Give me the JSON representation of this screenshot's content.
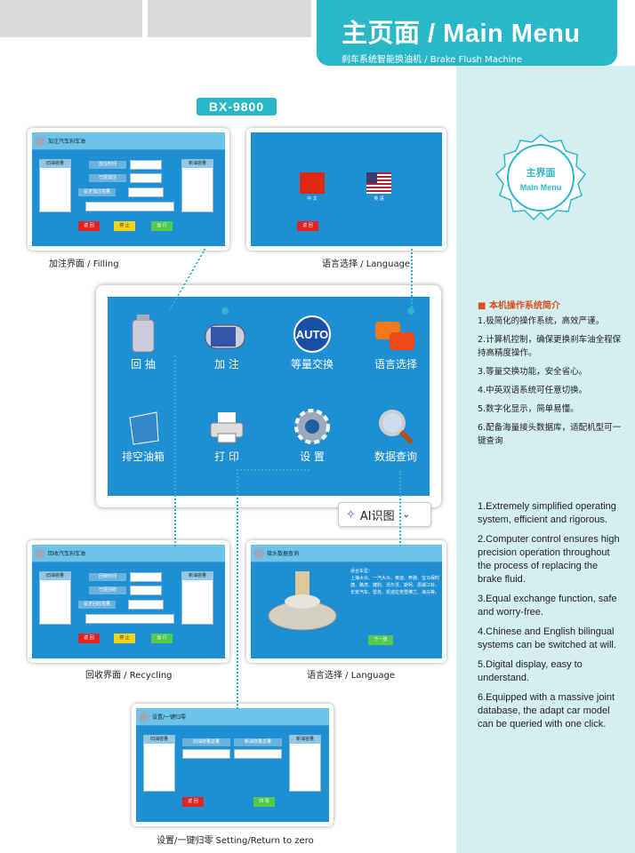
{
  "header": {
    "title": "主页面 / Main Menu",
    "subtitle": "刹车系统智能换油机 / Brake Flush Machine"
  },
  "model_badge": "BX-9800",
  "seal": {
    "cn": "主界面",
    "en": "Main Menu"
  },
  "intro": {
    "heading": "本机操作系统简介",
    "cn_items": [
      "1.极简化的操作系统，高效严谨。",
      "2.计算机控制，确保更换刹车油全程保持高精度操作。",
      "3.等量交换功能，安全省心。",
      "4.中英双语系统可任意切换。",
      "5.数字化显示，简单易懂。",
      "6.配备海量接头数据库，适配机型可一键查询"
    ],
    "en_items": [
      "1.Extremely simplified operating system, efficient and rigorous.",
      "2.Computer control ensures high precision operation throughout the process of replacing the brake fluid.",
      "3.Equal exchange function, safe and worry-free.",
      "4.Chinese and English bilingual systems can be switched at will.",
      "5.Digital display, easy to understand.",
      "6.Equipped with a massive joint database, the adapt car model can be queried with one click."
    ]
  },
  "main_menu": {
    "tiles": [
      {
        "label": "回 抽",
        "icon": "tank-icon"
      },
      {
        "label": "加 注",
        "icon": "motor-icon"
      },
      {
        "label": "等量交换",
        "icon": "auto-icon"
      },
      {
        "label": "语言选择",
        "icon": "chat-bubbles-icon"
      },
      {
        "label": "排空油箱",
        "icon": "bucket-icon"
      },
      {
        "label": "打 印",
        "icon": "printer-icon"
      },
      {
        "label": "设 置",
        "icon": "gear-icon"
      },
      {
        "label": "数据查询",
        "icon": "magnifier-icon"
      }
    ],
    "auto_text": "AUTO"
  },
  "filling_screen": {
    "title": "加注汽车刹车油",
    "left_label": "旧油容量",
    "right_label": "新油容量",
    "fields": [
      "加注时间",
      "已经加注",
      "设定加注容量"
    ],
    "buttons": [
      "返 回",
      "停 止",
      "运 行"
    ],
    "caption": "加注界面 / Filling"
  },
  "language_screen": {
    "flags": [
      "中 文",
      "英 语"
    ],
    "back": "返 回",
    "caption": "语言选择 / Language"
  },
  "recycling_screen": {
    "title": "回收汽车刹车油",
    "left_label": "旧油容量",
    "right_label": "新油容量",
    "fields": [
      "回收时间",
      "已经回收",
      "设定回收容量"
    ],
    "buttons": [
      "返 回",
      "停 止",
      "运 行"
    ],
    "caption": "回收界面 / Recycling"
  },
  "joint_screen": {
    "title": "接头数据查询",
    "car_label": "适合车型：",
    "car_models": "上海大众、一汽大众、奥迪、奔驰、宝马保时捷、路虎、捷豹、沃尔沃、斯柯、思域江铃、长安汽车、雷克、凯迪拉克雪佛兰、海马等。",
    "button": "下一张",
    "caption": "语言选择 / Language"
  },
  "settings_screen": {
    "title": "设置/一键归零",
    "left_label": "旧油容量",
    "right_label": "新油容量",
    "fields": [
      "旧油容量总量",
      "新油容量总量"
    ],
    "buttons": [
      "返 回",
      "归 零"
    ],
    "caption": "设置/一键归零   Setting/Return to zero"
  },
  "ai_button": {
    "label": "AI识图"
  }
}
